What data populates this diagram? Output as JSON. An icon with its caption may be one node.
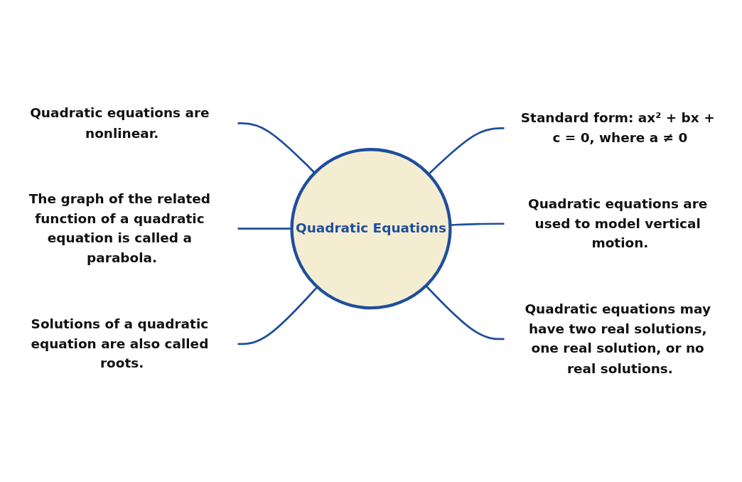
{
  "diagram": {
    "nodes": [
      {
        "text": [
          "Quadratic equations are nonlinear."
        ]
      },
      {
        "text": [
          "Standard form: ax² + bx + c = 0, where a ≠ 0"
        ]
      },
      {
        "text": [
          "Quadratic Equations"
        ]
      },
      {
        "text": [
          "The graph of the related function of a quadratic equation is called a parabola."
        ]
      },
      {
        "text": [
          "Quadratic equations are used to model vertical motion."
        ]
      },
      {
        "text": [
          "Solutions of a quadratic equation are also called roots."
        ]
      },
      {
        "text": [
          "Quadratic equations may have two real solutions, one real solution, or no real solutions."
        ]
      }
    ],
    "edges": [
      {
        "from": 0,
        "to": 2,
        "arrow": "none"
      },
      {
        "from": 2,
        "to": 1,
        "arrow": "none"
      },
      {
        "from": 3,
        "to": 2,
        "arrow": "none"
      },
      {
        "from": 2,
        "to": 4,
        "arrow": "none"
      },
      {
        "from": 5,
        "to": 2,
        "arrow": "none"
      },
      {
        "from": 2,
        "to": 6,
        "arrow": "none"
      }
    ]
  }
}
